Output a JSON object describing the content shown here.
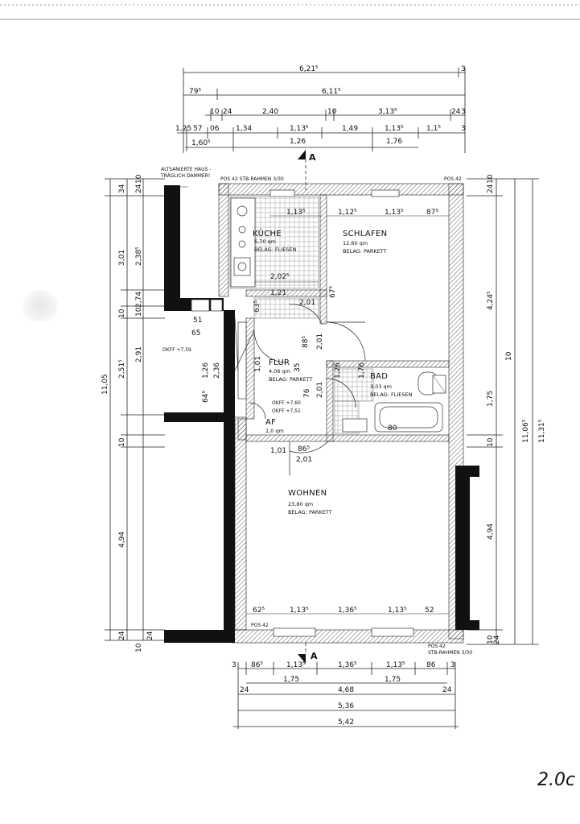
{
  "rooms": {
    "kueche": {
      "name": "KÜCHE",
      "area": "6,70 qm",
      "floor": "BELAG: FLIESEN"
    },
    "schlafen": {
      "name": "SCHLAFEN",
      "area": "12,60 qm",
      "floor": "BELAG: PARKETT"
    },
    "flur": {
      "name": "FLUR",
      "area": "4,06 qm",
      "floor": "BELAG: PARKETT"
    },
    "bad": {
      "name": "BAD",
      "area": "3,03 qm",
      "floor": "BELAG: FLIESEN"
    },
    "af": {
      "name": "AF",
      "area": "1,0 qm"
    },
    "wohnen": {
      "name": "WOHNEN",
      "area": "23,80 qm",
      "floor": "BELAG: PARKETT"
    }
  },
  "labels": {
    "altbau_note_1": "ALTSANIERTE HAUS -",
    "altbau_note_2": "TRÄGLICH DAMMER!",
    "pos_top_left": "POS 42 STB-RAHMEN 3/30",
    "pos_top_right": "POS 42",
    "pos_bottom_left": "POS 42",
    "pos_bottom_right_1": "POS 42",
    "pos_bottom_right_2": "STB-RAHMEN 3/30",
    "okff_left": "OKFF +7,59",
    "okff_1": "OKFF +7,60",
    "okff_2": "OKFF +7,51",
    "section_top": "A",
    "section_bottom": "A",
    "page_no": "2.0c"
  },
  "dims_top": {
    "row1": [
      "6,21⁵",
      "3"
    ],
    "row2": [
      "79⁵",
      "6,11⁵"
    ],
    "row3": [
      "10",
      "24",
      "2,40",
      "10",
      "3,13⁵",
      "24",
      "3"
    ],
    "row4": [
      "1,25",
      "57",
      "06",
      "1,34",
      "1,13⁵",
      "1,49",
      "1,13⁵",
      "1,1⁵",
      "3"
    ],
    "row5": [
      "1,60⁵",
      "1,26",
      "1,76"
    ]
  },
  "dims_left": [
    "34",
    "24",
    "10",
    "3,01",
    "2,38⁵",
    "2,74",
    "10",
    "10",
    "2,91",
    "2,51⁵",
    "11,05",
    "10",
    "4,94",
    "24",
    "10",
    "24"
  ],
  "dims_right": [
    "24",
    "10",
    "4,24⁵",
    "11,06⁵",
    "11,31⁵",
    "10",
    "1,75",
    "10",
    "4,94",
    "10",
    "24"
  ],
  "dims_bottom": {
    "row1": [
      "3",
      "86⁵",
      "1,13⁵",
      "1,36⁵",
      "1,13⁵",
      "86",
      "3"
    ],
    "row2": [
      "1,75",
      "1,75"
    ],
    "row3": [
      "24",
      "4,68",
      "24"
    ],
    "row4": [
      "5,36"
    ],
    "row5": [
      "5,42"
    ]
  },
  "dims_inner": {
    "kueche_win": "1,13⁵",
    "schlafen_a": "1,12⁵",
    "schlafen_b": "1,13⁵",
    "schlafen_c": "87⁵",
    "kueche_w": "2,02⁵",
    "k1": "1,21",
    "k2": "63⁵",
    "k3": "2,01",
    "k4": "67⁵",
    "flur_1": "88⁵",
    "flur_2": "2,01",
    "flur_3": "1,01",
    "flur_4": "35",
    "flur_5": "76",
    "flur_6": "2,01",
    "af_1": "1,01",
    "af_2": "86⁵",
    "af_3": "2,01",
    "wohnen_b1": "62⁵",
    "wohnen_b2": "1,13⁵",
    "wohnen_b3": "1,36⁵",
    "wohnen_b4": "1,13⁵",
    "wohnen_b5": "52",
    "left_1": "51",
    "left_2": "65",
    "left_3": "1,26",
    "left_4": "2,36",
    "left_5": "64⁵",
    "bad_1": "1,26",
    "bad_2": "1,76",
    "bad_3": "80"
  }
}
